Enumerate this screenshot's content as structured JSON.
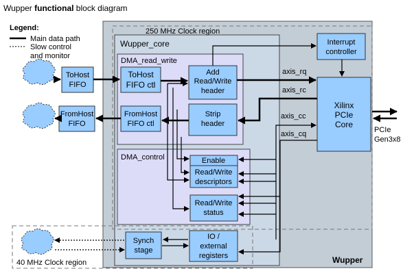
{
  "title": {
    "prefix": "Wupper ",
    "bold": "functional",
    "suffix": " block diagram"
  },
  "legend": {
    "heading": "Legend:",
    "main_path": "Main data path",
    "slow_line1": "Slow control",
    "slow_line2": "and monitor"
  },
  "regions": {
    "clock_250": "250 MHz Clock region",
    "clock_40": "40 MHz Clock region",
    "wupper_core": "Wupper_core",
    "dma_read_write": "DMA_read_write",
    "dma_control": "DMA_control",
    "wupper": "Wupper"
  },
  "blocks": {
    "tohost_fifo": [
      "ToHost",
      "FIFO"
    ],
    "fromhost_fifo": [
      "FromHost",
      "FIFO"
    ],
    "tohost_fifo_ctl": [
      "ToHost",
      "FIFO ctl"
    ],
    "fromhost_fifo_ctl": [
      "FromHost",
      "FIFO ctl"
    ],
    "add_rw_header": [
      "Add",
      "Read/Write",
      "header"
    ],
    "strip_header": [
      "Strip",
      "header"
    ],
    "interrupt_controller": [
      "Interrupt",
      "controller"
    ],
    "pcie_core": [
      "Xilinx",
      "PCIe",
      "Core"
    ],
    "enable": "Enable",
    "rw_descriptors": [
      "Read/Write",
      "descriptors"
    ],
    "rw_status": [
      "Read/Write",
      "status"
    ],
    "synch_stage": [
      "Synch",
      "stage"
    ],
    "io_registers": [
      "IO /",
      "external",
      "registers"
    ]
  },
  "signals": {
    "axis_rq": "axis_rq",
    "axis_rc": "axis_rc",
    "axis_cc": "axis_cc",
    "axis_cq": "axis_cq"
  },
  "pcie_label": [
    "PCIe",
    "Gen3x8"
  ],
  "colors": {
    "block_fill": "#99ccff",
    "wupper_fill": "#c3cdd6",
    "core_fill": "#cbd8e6",
    "dma_fill": "#dcdcf8",
    "line": "#000000",
    "region_line": "#777777"
  }
}
